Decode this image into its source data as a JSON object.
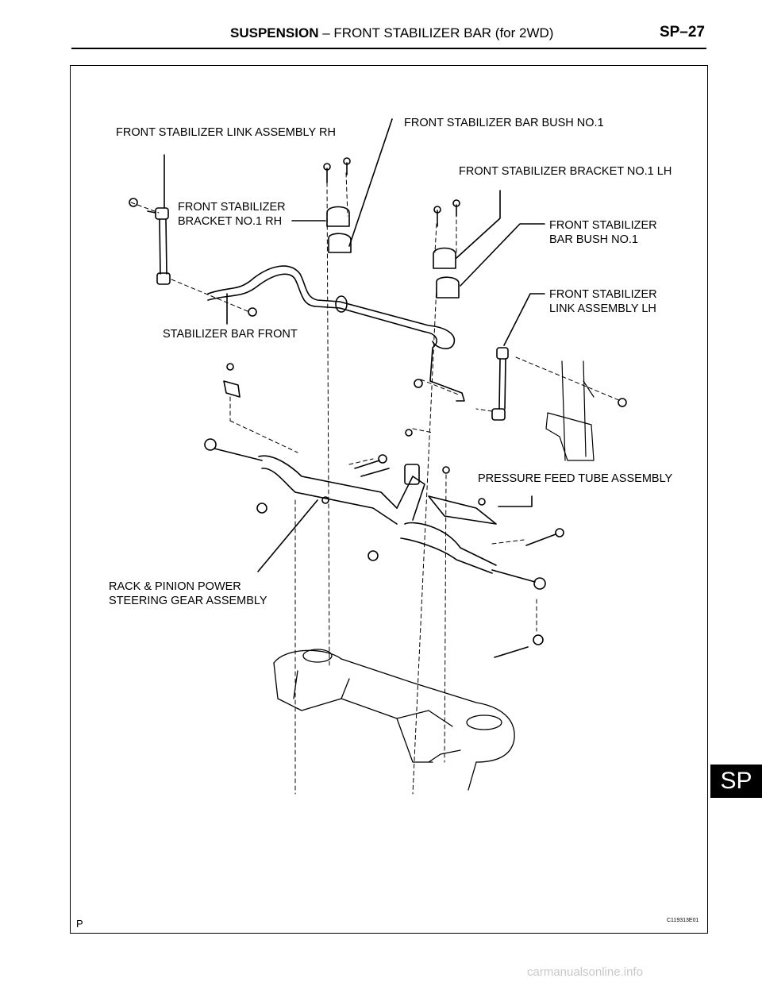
{
  "header": {
    "section": "SUSPENSION",
    "separator": " – ",
    "subtitle": "FRONT STABILIZER BAR (for 2WD)",
    "page_number": "SP–27"
  },
  "side_tab": "SP",
  "labels": {
    "link_rh": "FRONT STABILIZER LINK ASSEMBLY RH",
    "bush_no1_top": "FRONT STABILIZER BAR BUSH NO.1",
    "bracket_lh": "FRONT STABILIZER BRACKET NO.1 LH",
    "bracket_rh": "FRONT STABILIZER\nBRACKET NO.1 RH",
    "bush_no1_right": "FRONT STABILIZER\nBAR BUSH NO.1",
    "link_lh": "FRONT STABILIZER\nLINK ASSEMBLY LH",
    "stabilizer_bar": "STABILIZER BAR FRONT",
    "pressure_tube": "PRESSURE FEED TUBE ASSEMBLY",
    "steering_gear": "RACK & PINION POWER\nSTEERING GEAR ASSEMBLY"
  },
  "footer": {
    "left_mark": "P",
    "figure_code": "C119313E01"
  },
  "watermark": "carmanualsonline.info"
}
